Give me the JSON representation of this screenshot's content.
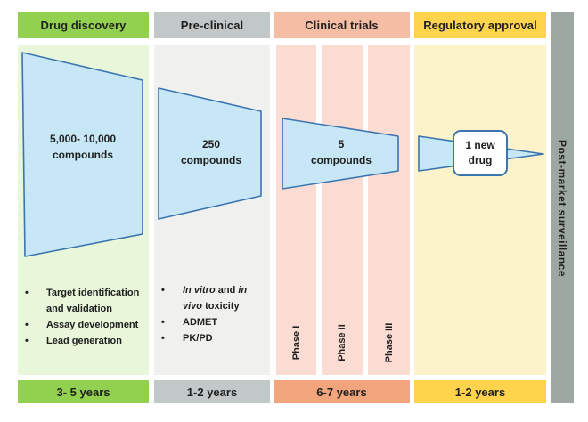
{
  "colors": {
    "header_green": "#92D050",
    "body_green": "#E8F6D9",
    "header_gray": "#C2C7C7",
    "body_gray": "#F0F1EE",
    "header_salmon": "#F6BDA5",
    "strip_pink": "#FBDCD3",
    "footer_orange": "#F2A47C",
    "header_yellow": "#FFD44D",
    "body_yellow": "#FDF3CA",
    "footer_yellow": "#FFD44D",
    "postmarket_gray": "#9DA8A3",
    "funnel_fill": "#C7E7F7",
    "funnel_stroke": "#3B74AF",
    "text_dark": "#1F1F1F"
  },
  "stages": [
    {
      "header": "Drug discovery",
      "duration": "3- 5 years",
      "funnel_line1": "5,000- 10,000",
      "funnel_line2": "compounds",
      "bullets": [
        "Target identification and validation",
        "Assay development",
        "Lead generation"
      ]
    },
    {
      "header": "Pre-clinical",
      "duration": "1-2 years",
      "funnel_line1": "250",
      "funnel_line2": "compounds",
      "bullet1_parts": {
        "italic1": "In vitro",
        "mid": " and ",
        "italic2": "in vivo",
        "end": " toxicity"
      },
      "bullet2": "ADMET",
      "bullet3": "PK/PD"
    },
    {
      "header": "Clinical trials",
      "duration": "6-7 years",
      "funnel_line1": "5",
      "funnel_line2": "compounds",
      "phases": [
        "Phase I",
        "Phase II",
        "Phase III"
      ]
    },
    {
      "header": "Regulatory approval",
      "duration": "1-2 years",
      "funnel_line1": "1 new",
      "funnel_line2": "drug"
    }
  ],
  "postmarket_label": "Post-market surveillance"
}
